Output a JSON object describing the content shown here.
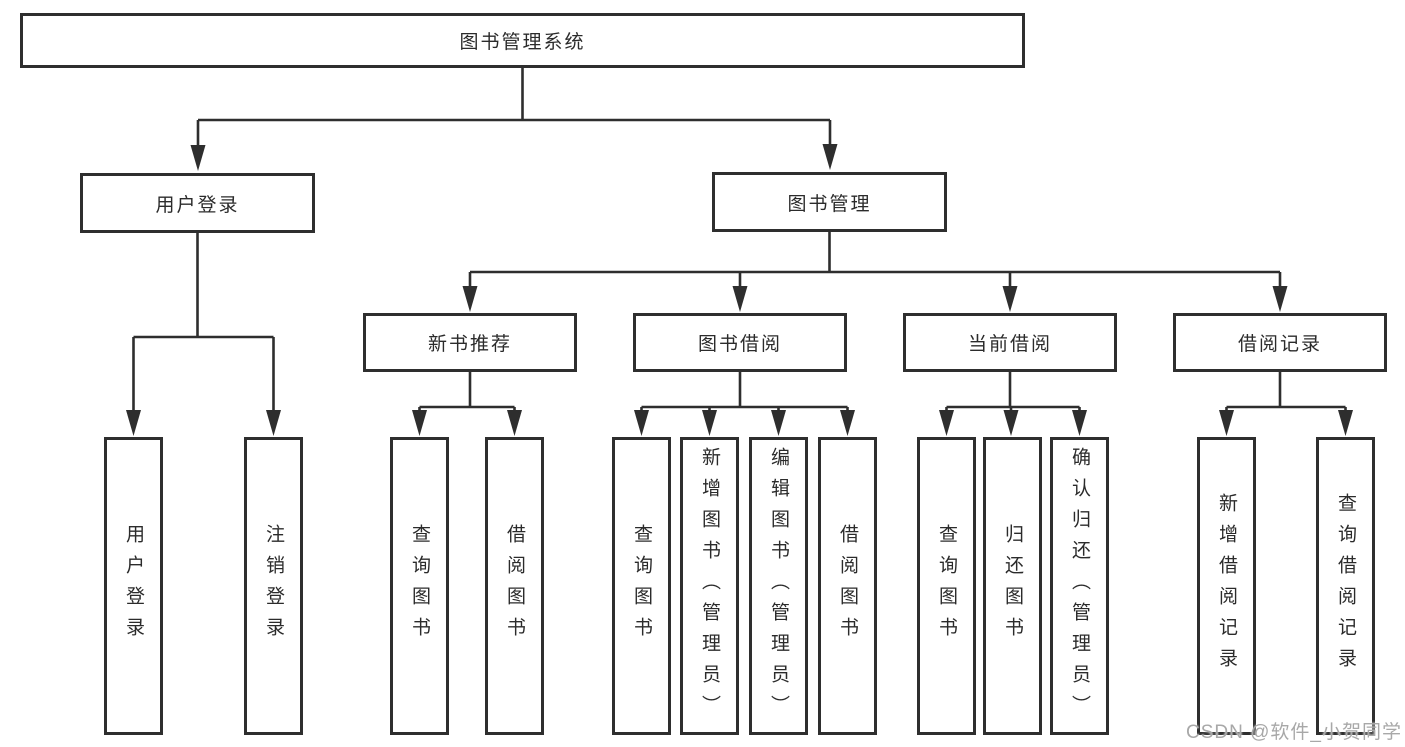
{
  "diagram": {
    "root_label": "图书管理系统",
    "branches": [
      {
        "label": "用户登录",
        "leaves": [
          "用户登录",
          "注销登录"
        ]
      },
      {
        "label": "图书管理",
        "groups": [
          {
            "label": "新书推荐",
            "leaves": [
              "查询图书",
              "借阅图书"
            ]
          },
          {
            "label": "图书借阅",
            "leaves": [
              "查询图书",
              "新增图书（管理员）",
              "编辑图书（管理员）",
              "借阅图书"
            ]
          },
          {
            "label": "当前借阅",
            "leaves": [
              "查询图书",
              "归还图书",
              "确认归还（管理员）"
            ]
          },
          {
            "label": "借阅记录",
            "leaves": [
              "新增借阅记录",
              "查询借阅记录"
            ]
          }
        ]
      }
    ]
  },
  "watermark": {
    "text": "CSDN @软件_小贺同学"
  },
  "colors": {
    "line": "#2e2e2e",
    "text": "#2b2b2b",
    "watermark": "#a8a8a8",
    "background": "#ffffff",
    "box_fill": "#ffffff"
  }
}
